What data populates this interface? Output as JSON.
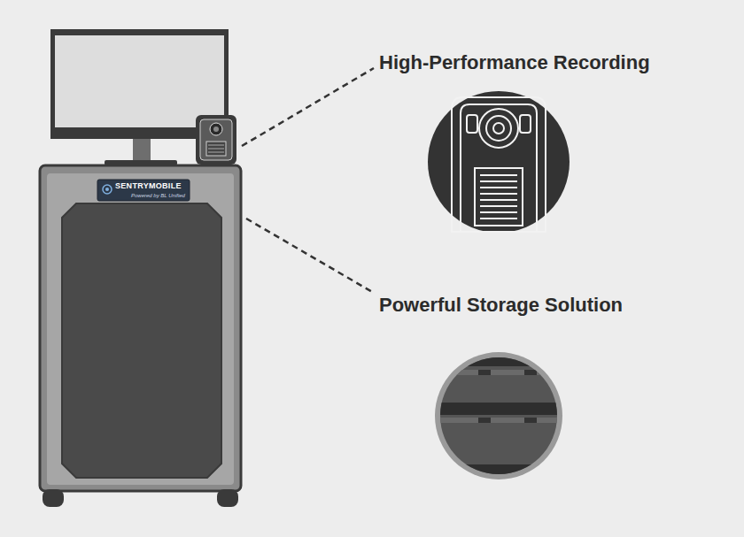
{
  "diagram": {
    "labels": [
      "High-Performance Recording",
      "Powerful Storage Solution",
      "SENTRYMOBILE",
      "Powered by BL Unified"
    ]
  }
}
